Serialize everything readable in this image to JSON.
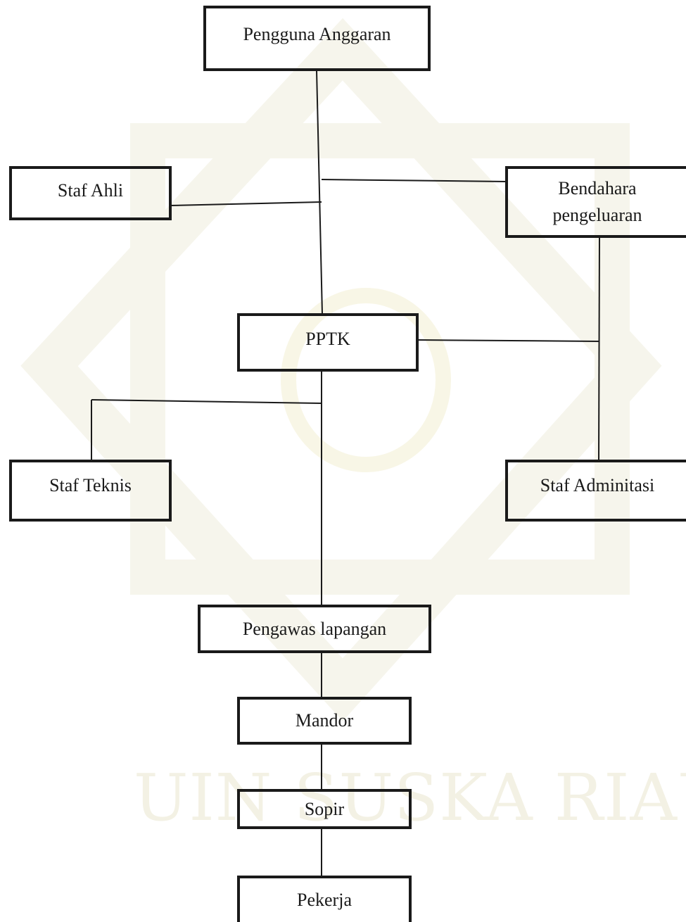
{
  "watermark": {
    "text": "UIN SUSKA RIAU"
  },
  "org_chart": {
    "nodes": [
      {
        "id": "pengguna-anggaran",
        "label": "Pengguna Anggaran"
      },
      {
        "id": "staf-ahli",
        "label": "Staf Ahli"
      },
      {
        "id": "bendahara-pengeluaran",
        "label": "Bendahara\npengeluaran"
      },
      {
        "id": "pptk",
        "label": "PPTK"
      },
      {
        "id": "staf-teknis",
        "label": "Staf Teknis"
      },
      {
        "id": "staf-adminitasi",
        "label": "Staf Adminitasi"
      },
      {
        "id": "pengawas-lapangan",
        "label": "Pengawas lapangan"
      },
      {
        "id": "mandor",
        "label": "Mandor"
      },
      {
        "id": "sopir",
        "label": "Sopir"
      },
      {
        "id": "pekerja",
        "label": "Pekerja"
      }
    ],
    "edges": [
      {
        "from": "pengguna-anggaran",
        "to": "pptk"
      },
      {
        "from": "pengguna-anggaran",
        "to": "staf-ahli"
      },
      {
        "from": "pengguna-anggaran",
        "to": "bendahara-pengeluaran"
      },
      {
        "from": "bendahara-pengeluaran",
        "to": "staf-adminitasi"
      },
      {
        "from": "pptk",
        "to": "bendahara-pengeluaran"
      },
      {
        "from": "pptk",
        "to": "staf-teknis"
      },
      {
        "from": "pptk",
        "to": "pengawas-lapangan"
      },
      {
        "from": "pengawas-lapangan",
        "to": "mandor"
      },
      {
        "from": "mandor",
        "to": "sopir"
      },
      {
        "from": "sopir",
        "to": "pekerja"
      }
    ]
  }
}
